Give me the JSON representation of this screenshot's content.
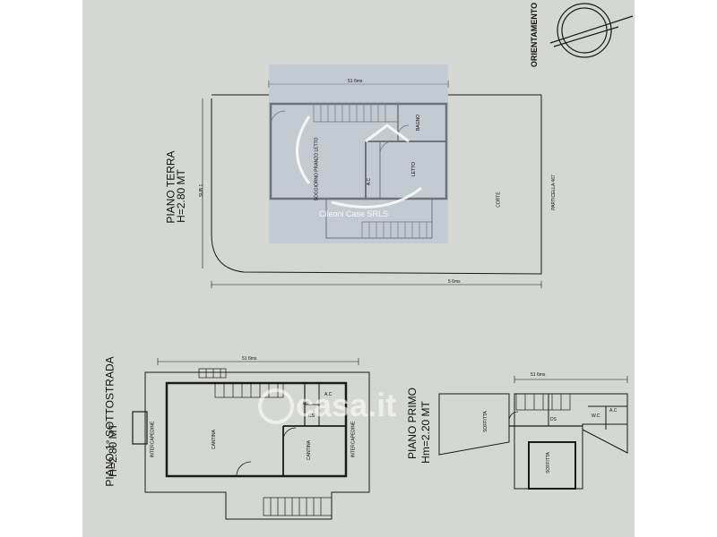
{
  "colors": {
    "paper": "#d5d7d4",
    "margin": "#ffffff",
    "line": "#1a1a1a",
    "watermark_box": "#b3bfcf",
    "accent": "#1f8fa0"
  },
  "compass": {
    "label": "ORIENTAMENTO"
  },
  "ground_floor": {
    "title_line1": "PIANO TERRA",
    "title_line2": "H=2.80 MT",
    "dim_top": "51 6ms",
    "dim_bottom": "5 6ms",
    "side_label": "SUB 1",
    "rooms": {
      "living": "SOGGIORNO PRANZO LETTO",
      "bath": "BAGNO",
      "bed": "LETTO",
      "ac": "A.C",
      "corte": "CORTE",
      "parcel": "PARTICELLA 467"
    }
  },
  "basement": {
    "title_line1": "PIANO 1° SOTTOSTRADA",
    "title_line2": "H=2.80 MT",
    "dim_top": "51 6ms",
    "rooms": {
      "intercap_left": "INTERCAPEDINE",
      "intercap_right": "INTERCAPEDINE",
      "cantina_1": "CANTINA",
      "cantina_2": "CANTINA",
      "ds": "DS",
      "ac": "A.C",
      "cs": "CS"
    }
  },
  "first_floor": {
    "title_line1": "PIANO PRIMO",
    "title_line2": "Hm=2.20 MT",
    "dim_top": "51 6ms",
    "rooms": {
      "soffitta_1": "SOFFITTA",
      "soffitta_2": "SOFFITTA",
      "ds": "DS",
      "wc": "W.C",
      "ac": "A.C"
    }
  },
  "watermarks": {
    "agency": "Cileoni Case SRLS",
    "portal": "casa.it"
  }
}
